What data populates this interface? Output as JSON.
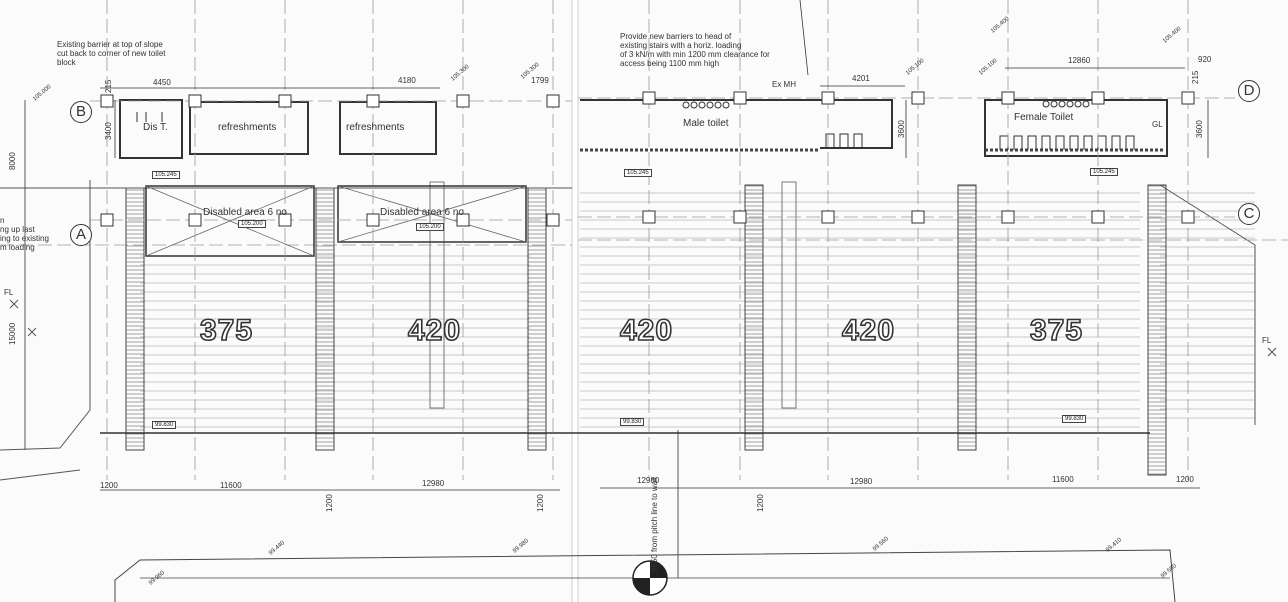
{
  "notes": {
    "barrier_left": "Existing barrier at top of slope\ncut back to corner of new toilet\nblock",
    "barriers_stairs": "Provide new barriers to head of\nexisting stairs with a horiz. loading\nof 3 kN/m with min 1200 mm clearance for\naccess being 1100 mm high",
    "left_edge": "n\nng up last\ning to existing\nm loading",
    "pitch_to_wall": "9850 from pitch line to wall"
  },
  "rooms": {
    "dis_t": "Dis T.",
    "refreshments_1": "refreshments",
    "refreshments_2": "refreshments",
    "male_toilet": "Male toilet",
    "female_toilet": "Female Toilet",
    "disabled_area_1": "Disabled area 6 no",
    "disabled_area_2": "Disabled area 6 no",
    "ex_mh": "Ex MH",
    "gl": "GL"
  },
  "capacities": [
    "375",
    "420",
    "420",
    "420",
    "375"
  ],
  "grid_labels": [
    "B",
    "A",
    "D",
    "C"
  ],
  "levels": [
    "105.245",
    "105.200",
    "105.200",
    "105.245",
    "105.245",
    "99.830",
    "99.830",
    "99.830"
  ],
  "dimensions_top": [
    "4450",
    "4180",
    "1799",
    "4201",
    "12860",
    "920",
    "215",
    "215"
  ],
  "dimensions_side": [
    "8000",
    "15000",
    "3400",
    "3600",
    "3600",
    "1200",
    "1200",
    "1200"
  ],
  "dimensions_bottom": [
    "1200",
    "11600",
    "12980",
    "12980",
    "12980",
    "11600",
    "1200"
  ],
  "spot_levels": [
    "105.000",
    "105.300",
    "105.300",
    "105.100",
    "105.100",
    "105.400",
    "105.400",
    "99.960",
    "99.440",
    "99.980",
    "99.560",
    "99.410",
    "99.580",
    "FL",
    "FL"
  ]
}
